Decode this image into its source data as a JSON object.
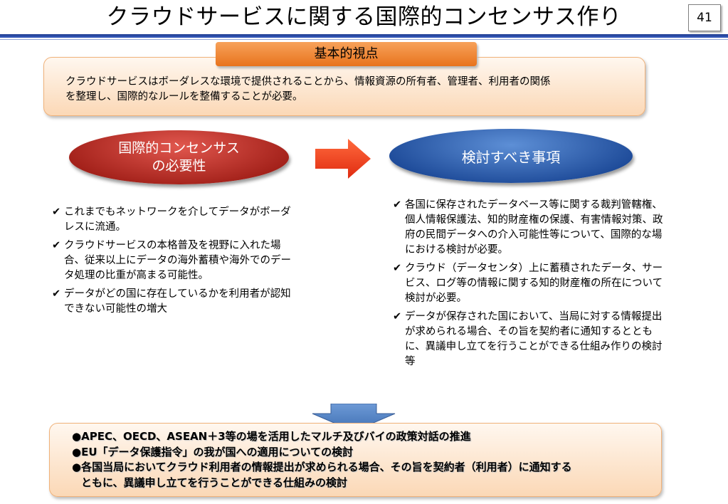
{
  "slide": {
    "title": "クラウドサービスに関する国際的コンセンサス作り",
    "page_number": "41"
  },
  "basic_view": {
    "label": "基本的視点",
    "text_line1": "クラウドサービスはボーダレスな環境で提供されることから、情報資源の所有者、管理者、利用者の関係",
    "text_line2": "を整理し、国際的なルールを整備することが必要。"
  },
  "left_oval": {
    "line1": "国際的コンセンサス",
    "line2": "の必要性"
  },
  "right_oval": {
    "label": "検討すべき事項"
  },
  "bullet_mark": "✔",
  "left_bullets": [
    "これまでもネットワークを介してデータがボーダレスに流通。",
    "クラウドサービスの本格普及を視野に入れた場合、従来以上にデータの海外蓄積や海外でのデータ処理の比重が高まる可能性。",
    "データがどの国に存在しているかを利用者が認知できない可能性の増大"
  ],
  "right_bullets": [
    "各国に保存されたデータベース等に関する裁判管轄権、個人情報保護法、知的財産権の保護、有害情報対策、政府の民間データへの介入可能性等について、国際的な場における検討が必要。",
    "クラウド（データセンタ）上に蓄積されたデータ、サービス、ログ等の情報に関する知的財産権の所在について検討が必要。",
    "データが保存された国において、当局に対する情報提出が求められる場合、その旨を契約者に通知するとともに、異議申し立てを行うことができる仕組み作りの検討　　　等"
  ],
  "bottom": {
    "line1": "●APEC、OECD、ASEAN＋3等の場を活用したマルチ及びバイの政策対話の推進",
    "line2": "●EU「データ保護指令」の我が国への適用についての検討",
    "line3": "●各国当局においてクラウド利用者の情報提出が求められる場合、その旨を契約者（利用者）に通知する",
    "line4": "ともに、異議申し立てを行うことができる仕組みの検討"
  },
  "colors": {
    "title_rule": "#1f3b8f",
    "orange_tab": "#e8731d",
    "red_oval": "#a3211a",
    "blue_oval": "#1f4c9a",
    "right_arrow": "#f0391a",
    "down_arrow": "#4f81bd"
  }
}
